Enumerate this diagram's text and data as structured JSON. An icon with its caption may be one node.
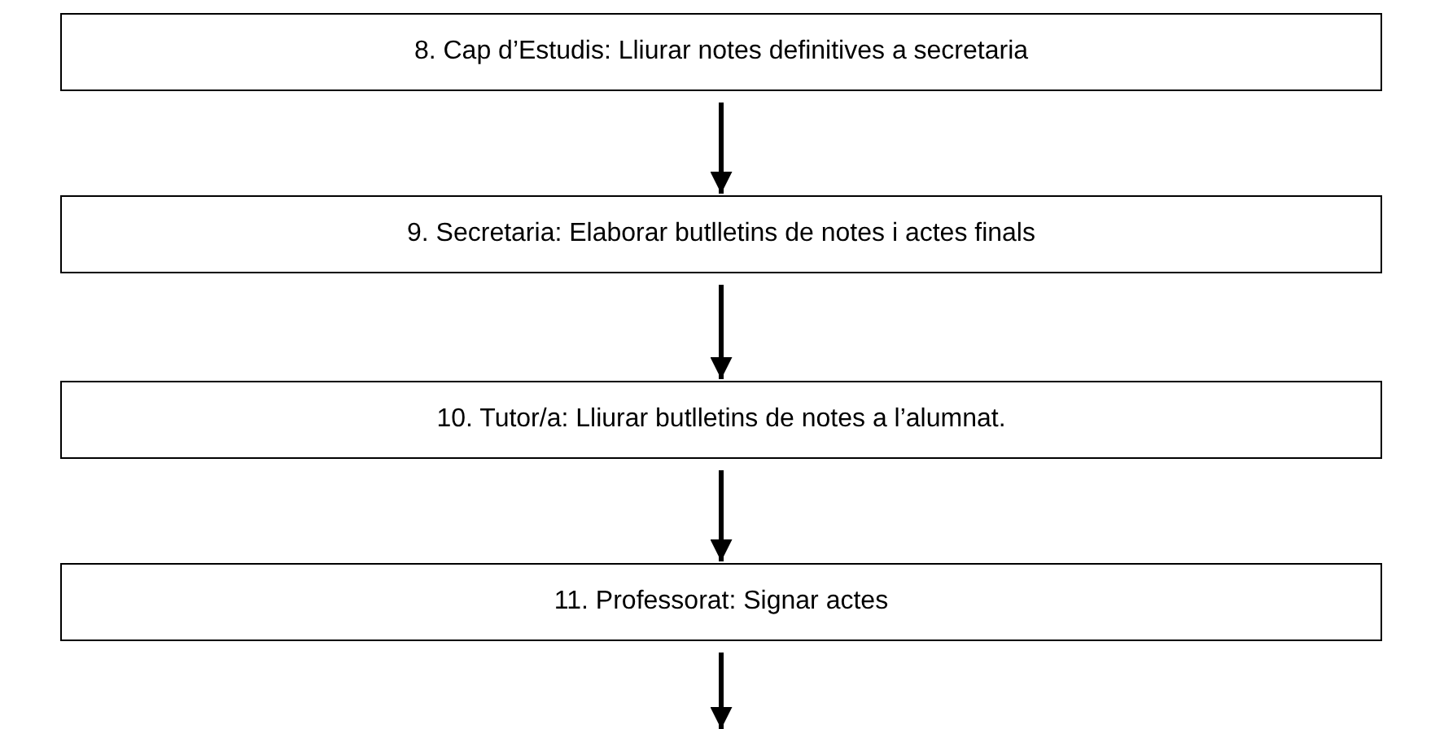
{
  "diagram": {
    "nodes": [
      {
        "text": [
          "8. Cap d’Estudis: Lliurar notes definitives a secretaria"
        ]
      },
      {
        "text": [
          "9. Secretaria: Elaborar butlletins de notes i actes finals"
        ]
      },
      {
        "text": [
          "10. Tutor/a: Lliurar butlletins de notes a l’alumnat."
        ]
      },
      {
        "text": [
          "11. Professorat: Signar actes"
        ]
      }
    ],
    "edges": [
      {
        "from": 0,
        "to": 1,
        "arrow": "to"
      },
      {
        "from": 1,
        "to": 2,
        "arrow": "to"
      },
      {
        "from": 2,
        "to": 3,
        "arrow": "to"
      },
      {
        "from": 3,
        "to": null,
        "arrow": "to"
      }
    ]
  }
}
